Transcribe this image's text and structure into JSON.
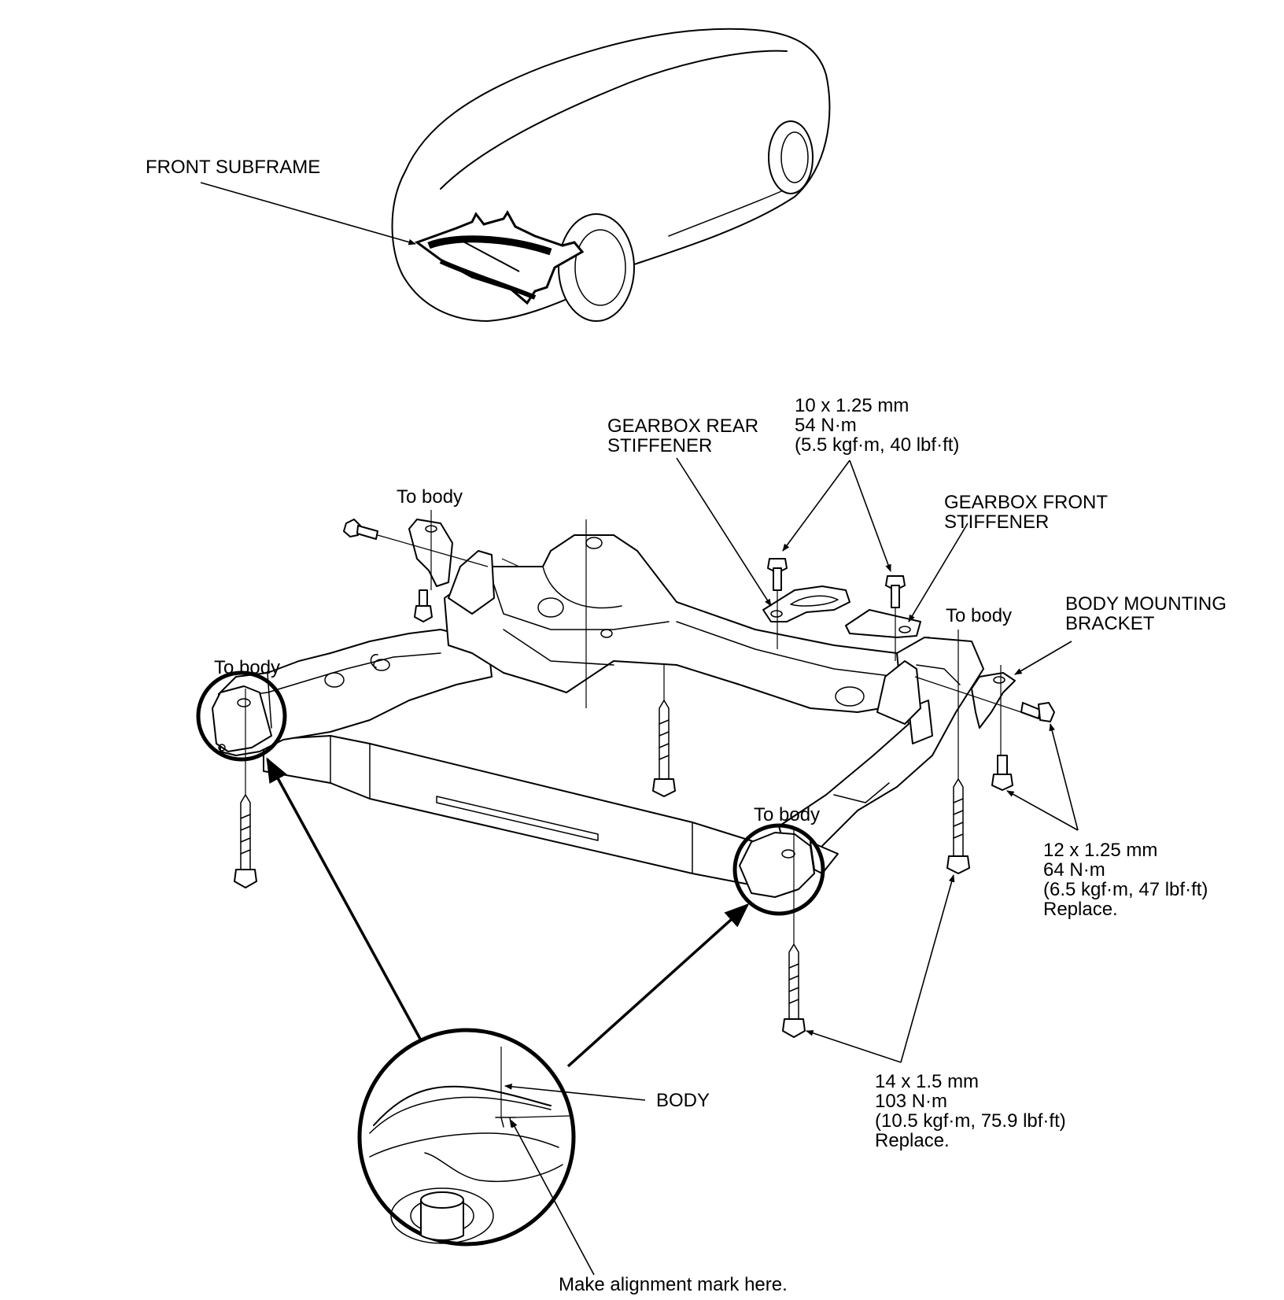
{
  "labels": {
    "front_subframe": "FRONT SUBFRAME",
    "gearbox_rear_stiffener": [
      "GEARBOX REAR",
      "STIFFENER"
    ],
    "gearbox_front_stiffener": [
      "GEARBOX FRONT",
      "STIFFENER"
    ],
    "body_mounting_bracket": [
      "BODY MOUNTING",
      "BRACKET"
    ],
    "to_body": "To body",
    "body": "BODY",
    "alignment_mark": "Make alignment mark here."
  },
  "specs": {
    "bolt_10": [
      "10 x 1.25 mm",
      "54 N·m",
      "(5.5 kgf·m, 40 lbf·ft)"
    ],
    "bolt_12": [
      "12 x 1.25 mm",
      "64 N·m",
      "(6.5 kgf·m, 47 lbf·ft)",
      "Replace."
    ],
    "bolt_14": [
      "14 x 1.5 mm",
      "103 N·m",
      "(10.5 kgf·m, 75.9 lbf·ft)",
      "Replace."
    ]
  }
}
